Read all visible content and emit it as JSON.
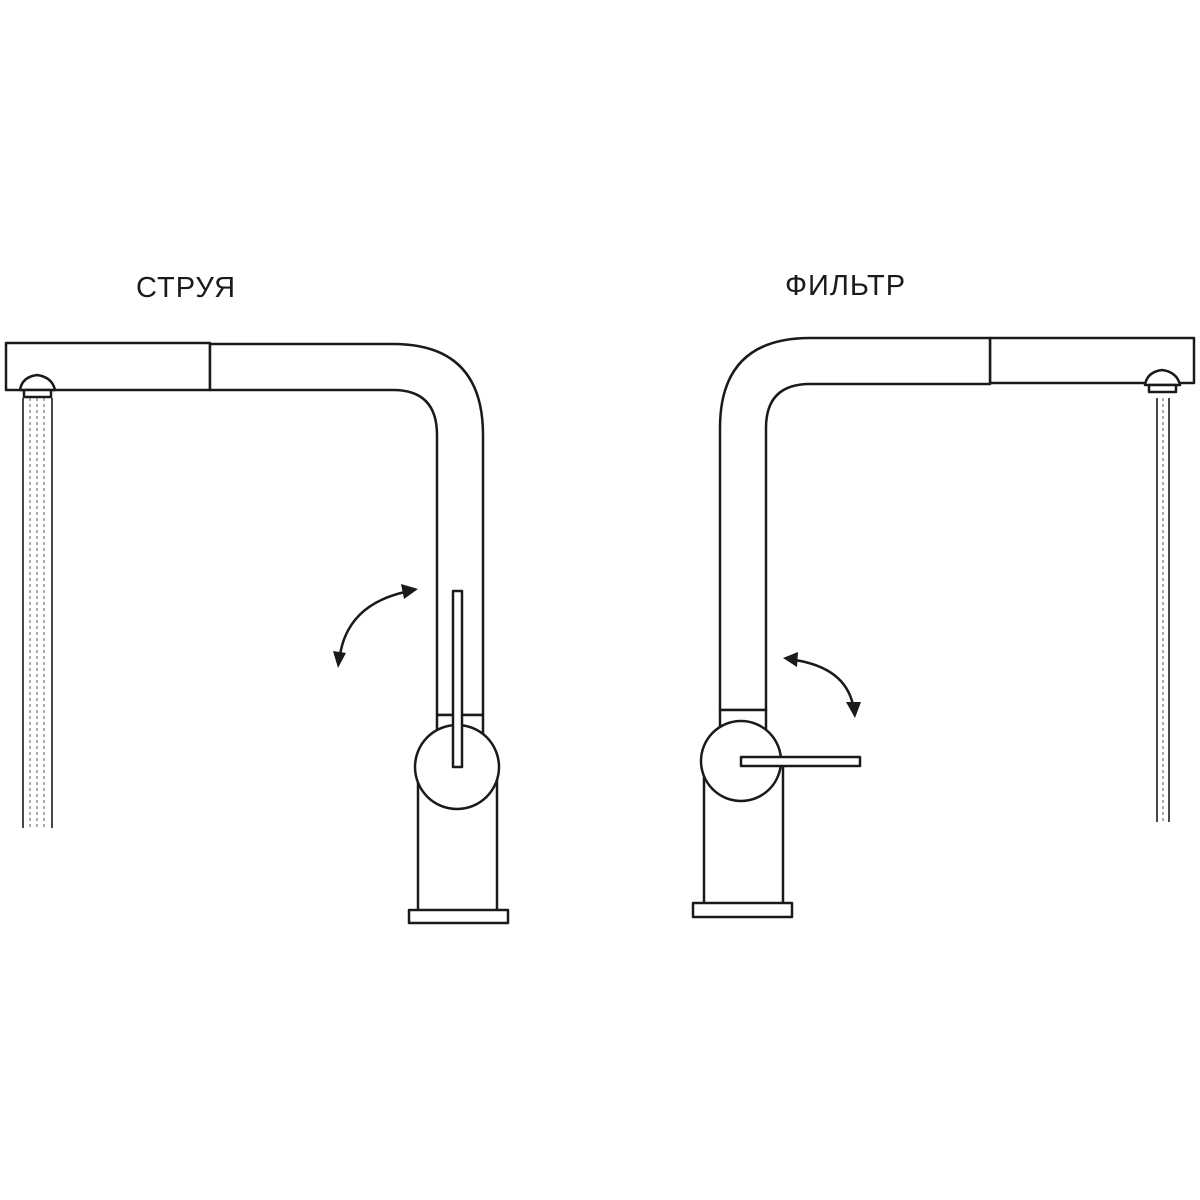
{
  "diagram": {
    "left_panel": {
      "mode_label": "СТРУЯ",
      "stream_type": "jet"
    },
    "right_panel": {
      "mode_label": "ФИЛЬТР",
      "stream_type": "filtered"
    },
    "colors": {
      "line": "#1a1a1a",
      "stream": "#8a8a8a",
      "background": "#ffffff"
    }
  }
}
